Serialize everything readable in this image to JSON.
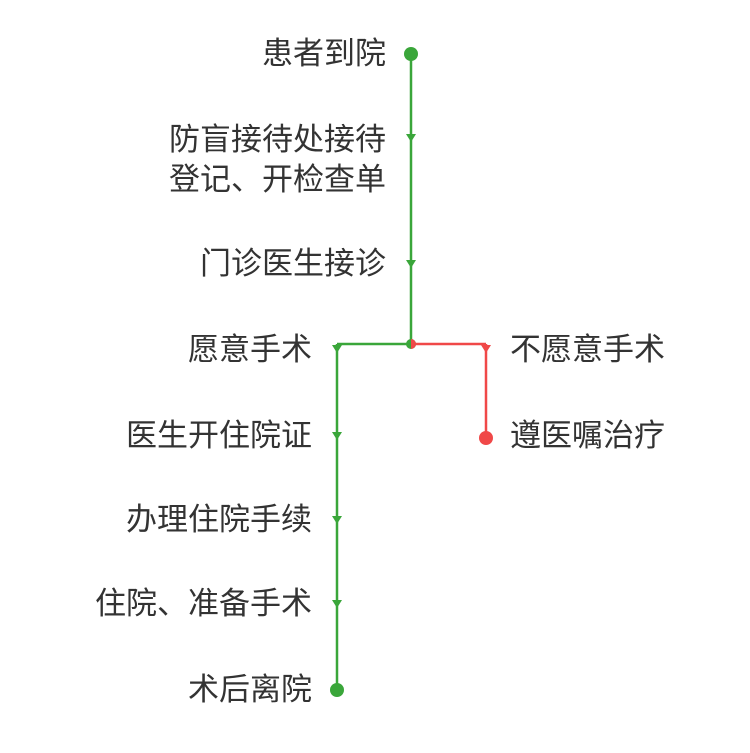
{
  "colors": {
    "main": "#3aa63a",
    "branch": "#f04848",
    "text": "#333333"
  },
  "steps": {
    "arrive": "患者到院",
    "reception_line1": "防盲接待处接待",
    "reception_line2": "登记、开检查单",
    "doctor": "门诊医生接诊",
    "willing": "愿意手术",
    "unwilling": "不愿意手术",
    "admission_cert": "医生开住院证",
    "follow_advice": "遵医嘱治疗",
    "procedures": "办理住院手续",
    "prepare": "住院、准备手术",
    "discharge": "术后离院"
  }
}
